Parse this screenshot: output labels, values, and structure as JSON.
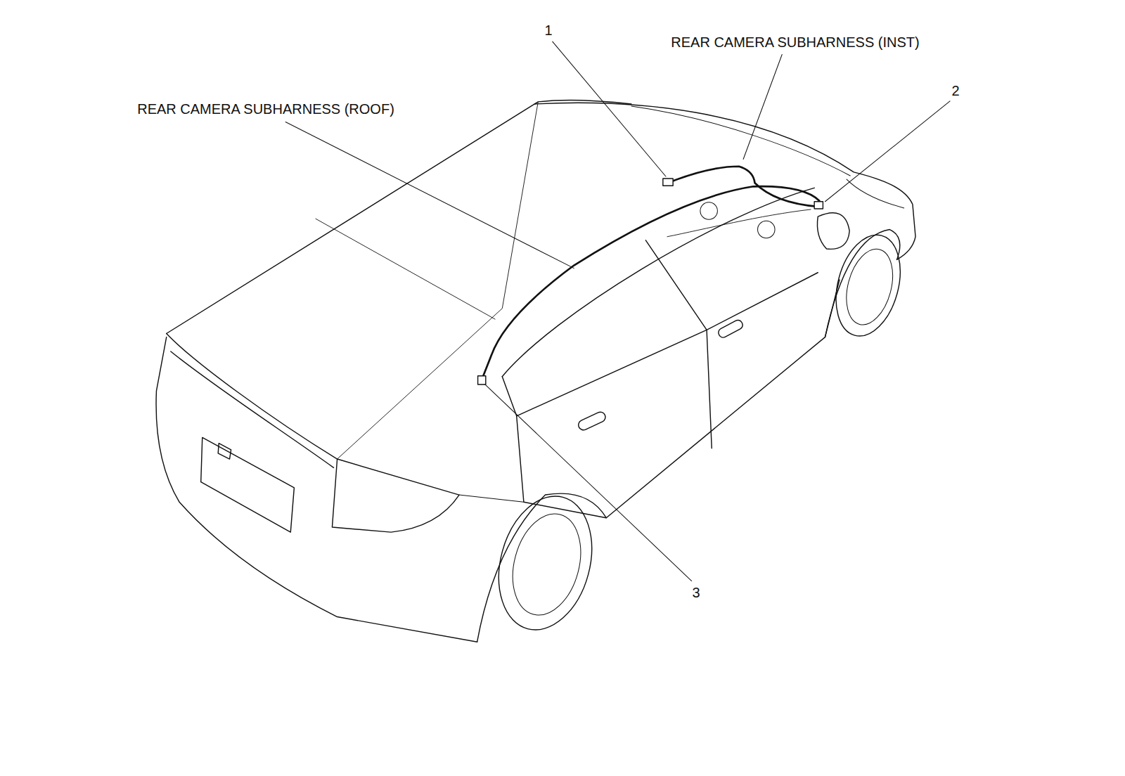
{
  "diagram": {
    "labels": [
      "1",
      "REAR CAMERA SUBHARNESS (INST)",
      "2",
      "REAR CAMERA SUBHARNESS (ROOF)",
      "3"
    ]
  }
}
